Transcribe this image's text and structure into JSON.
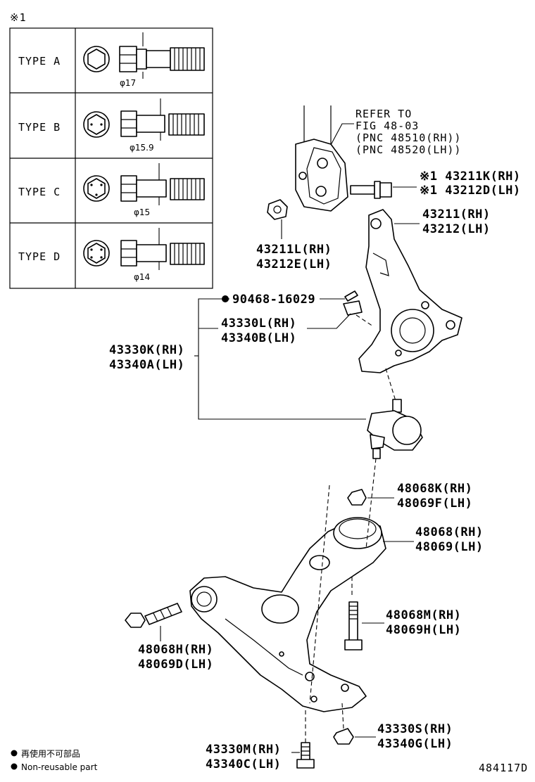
{
  "note_mark": "※1",
  "types": [
    {
      "label": "TYPE A",
      "diameter": "φ17"
    },
    {
      "label": "TYPE B",
      "diameter": "φ15.9"
    },
    {
      "label": "TYPE C",
      "diameter": "φ15"
    },
    {
      "label": "TYPE D",
      "diameter": "φ14"
    }
  ],
  "refer": [
    "REFER TO",
    "FIG 48-03",
    "(PNC 48510(RH))",
    "(PNC 48520(LH))"
  ],
  "callouts": {
    "bolt_43211K": [
      "※1 43211K(RH)",
      "※1 43212D(LH)"
    ],
    "knuckle": [
      "43211(RH)",
      "43212(LH)"
    ],
    "nut_43211L": [
      "43211L(RH)",
      "43212E(LH)"
    ],
    "cotter": "90468-16029",
    "nut_43330L": [
      "43330L(RH)",
      "43340B(LH)"
    ],
    "balljoint": [
      "43330K(RH)",
      "43340A(LH)"
    ],
    "nut_48068K": [
      "48068K(RH)",
      "48069F(LH)"
    ],
    "bushing_48068": [
      "48068(RH)",
      "48069(LH)"
    ],
    "bolt_48068M": [
      "48068M(RH)",
      "48069H(LH)"
    ],
    "bolt_48068H": [
      "48068H(RH)",
      "48069D(LH)"
    ],
    "nut_43330S": [
      "43330S(RH)",
      "43340G(LH)"
    ],
    "bolt_43330M": [
      "43330M(RH)",
      "43340C(LH)"
    ]
  },
  "legend": [
    "再使用不可部品",
    "Non-reusable part"
  ],
  "figure_id": "484117D"
}
